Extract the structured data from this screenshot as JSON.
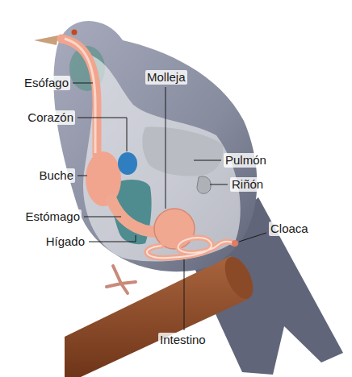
{
  "diagram": {
    "labels": [
      "Esófago",
      "Molleja",
      "Corazón",
      "Pulmón",
      "Buche",
      "Riñón",
      "Estómago",
      "Cloaca",
      "Hígado",
      "Intestino"
    ]
  }
}
